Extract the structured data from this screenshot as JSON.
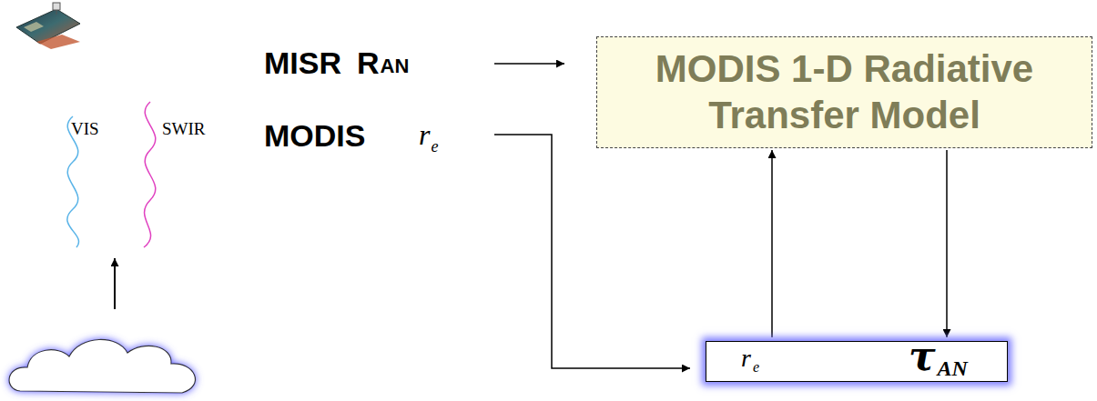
{
  "diagram": {
    "nodes": [
      {
        "text": [
          "MODIS 1-D Radiative Transfer Model"
        ]
      },
      {
        "text": [
          "r",
          "e",
          "τ",
          "AN"
        ]
      }
    ],
    "edges": [
      {
        "from": 1,
        "to": 0,
        "arrow": "to"
      },
      {
        "from": 0,
        "to": 1,
        "arrow": "to"
      }
    ],
    "labels": [
      "VIS",
      "SWIR",
      "MISR",
      "R",
      "AN",
      "MODIS",
      "r",
      "e"
    ]
  }
}
